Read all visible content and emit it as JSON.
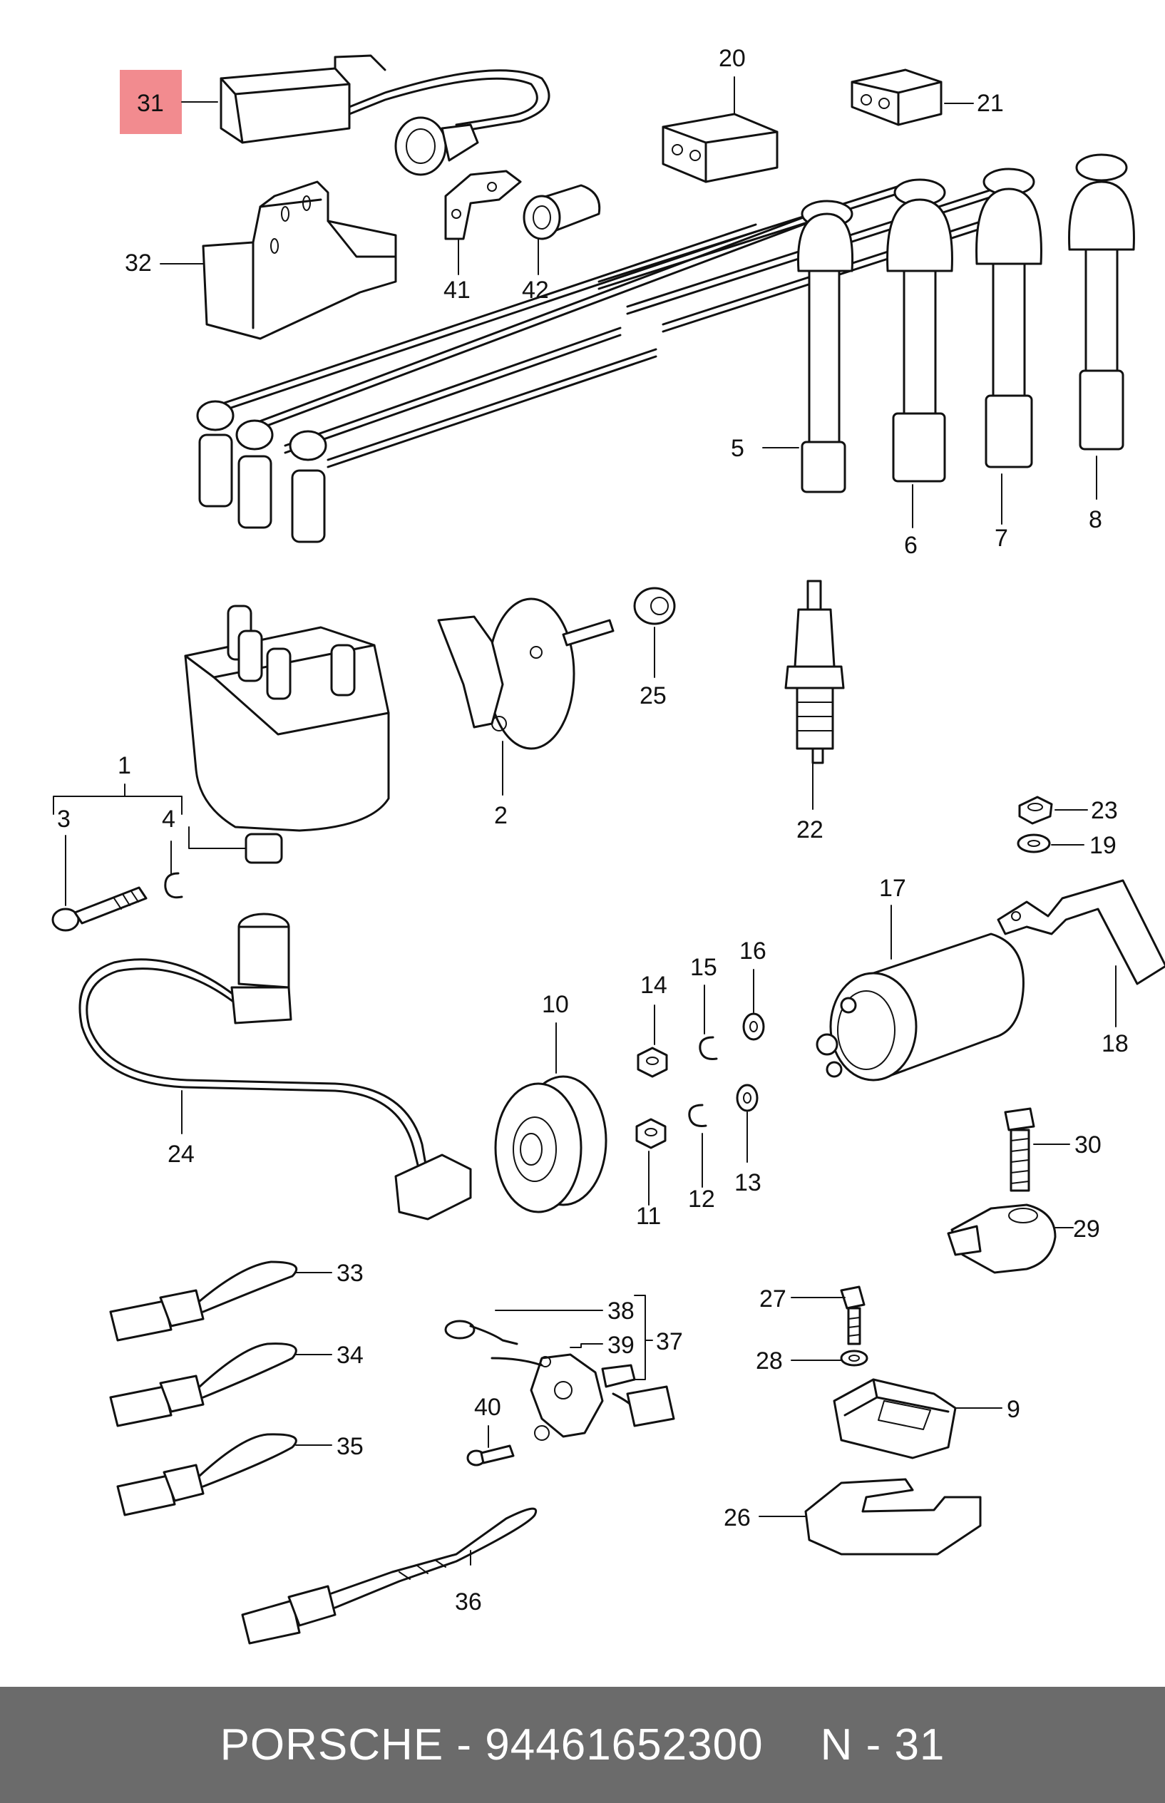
{
  "highlight_color": "#f28b8f",
  "highlighted_part": "31",
  "footer": {
    "brand_and_number": "PORSCHE - 94461652300",
    "code": "N - 31"
  },
  "callouts": [
    "31",
    "20",
    "21",
    "32",
    "41",
    "42",
    "5",
    "6",
    "7",
    "8",
    "1",
    "3",
    "4",
    "2",
    "25",
    "22",
    "23",
    "19",
    "17",
    "18",
    "24",
    "10",
    "14",
    "15",
    "16",
    "11",
    "12",
    "13",
    "30",
    "29",
    "33",
    "34",
    "35",
    "36",
    "38",
    "37",
    "39",
    "40",
    "27",
    "28",
    "9",
    "26"
  ]
}
